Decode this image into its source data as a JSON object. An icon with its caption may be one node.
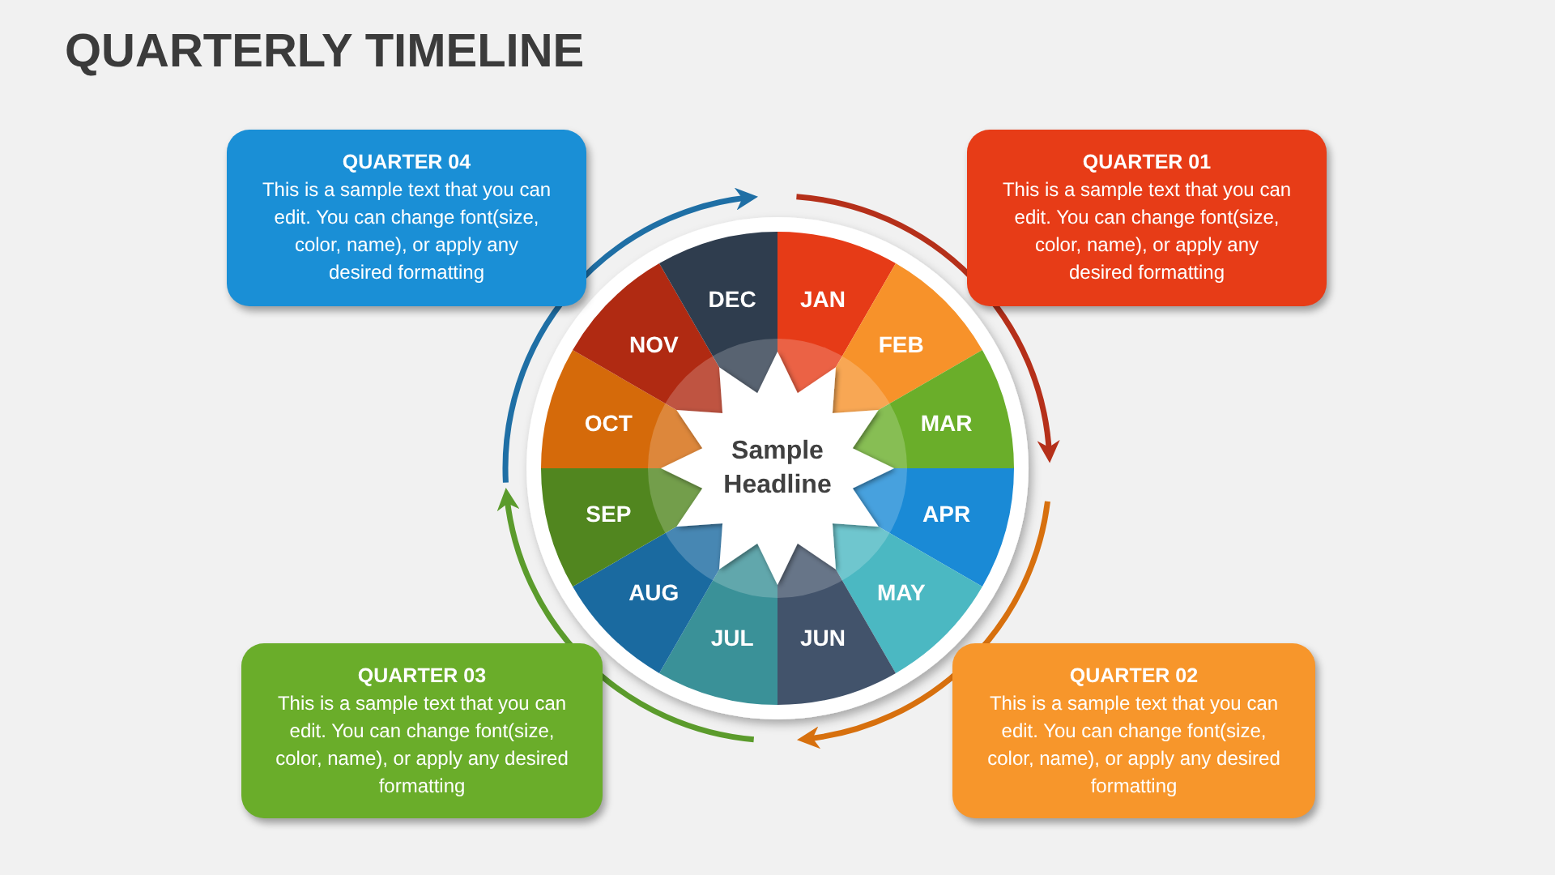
{
  "diagram": {
    "title": "QUARTERLY TIMELINE",
    "nodes": [
      {
        "text": [
          "QUARTER 04",
          "This is a sample text that you can edit. You can change font(size, color, name), or apply any desired formatting"
        ]
      },
      {
        "text": [
          "QUARTER 01",
          "This is a sample text that you can edit. You can change font(size, color, name), or apply any desired formatting"
        ]
      },
      {
        "text": [
          "JAN"
        ]
      },
      {
        "text": [
          "FEB"
        ]
      },
      {
        "text": [
          "MAR"
        ]
      },
      {
        "text": [
          "APR"
        ]
      },
      {
        "text": [
          "MAY"
        ]
      },
      {
        "text": [
          "JUN"
        ]
      },
      {
        "text": [
          "JUL"
        ]
      },
      {
        "text": [
          "AUG"
        ]
      },
      {
        "text": [
          "SEP"
        ]
      },
      {
        "text": [
          "OCT"
        ]
      },
      {
        "text": [
          "NOV"
        ]
      },
      {
        "text": [
          "DEC"
        ]
      },
      {
        "text": [
          "Sample Headline"
        ]
      },
      {
        "text": [
          "QUARTER 03",
          "This is a sample text that you can edit. You can change font(size, color, name), or apply any desired formatting"
        ]
      },
      {
        "text": [
          "QUARTER 02",
          "This is a sample text that you can edit. You can change font(size, color, name), or apply any desired formatting"
        ]
      }
    ]
  }
}
